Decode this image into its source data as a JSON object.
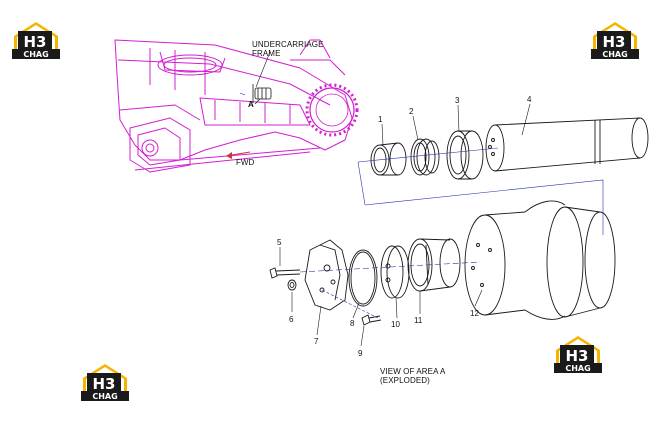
{
  "logo": {
    "big": "H3",
    "small": "CHAG",
    "accent": "#f5b400",
    "dark": "#1a1a1a"
  },
  "frame_label": {
    "line1": "UNDERCARRIAGE",
    "line2": "FRAME"
  },
  "area_marker": "A",
  "fwd_label": "FWD",
  "parts": {
    "p1": "1",
    "p2": "2",
    "p3": "3",
    "p4": "4",
    "p5": "5",
    "p6": "6",
    "p7": "7",
    "p8": "8",
    "p9": "9",
    "p10": "10",
    "p11": "11",
    "p12": "12"
  },
  "caption": {
    "line1": "VIEW OF AREA A",
    "line2": "(EXPLODED)"
  },
  "colors": {
    "frame": "#d21fd2",
    "line": "#1a1a1a",
    "axis": "#2233aa",
    "fwd_arrow": "#cc3333"
  }
}
